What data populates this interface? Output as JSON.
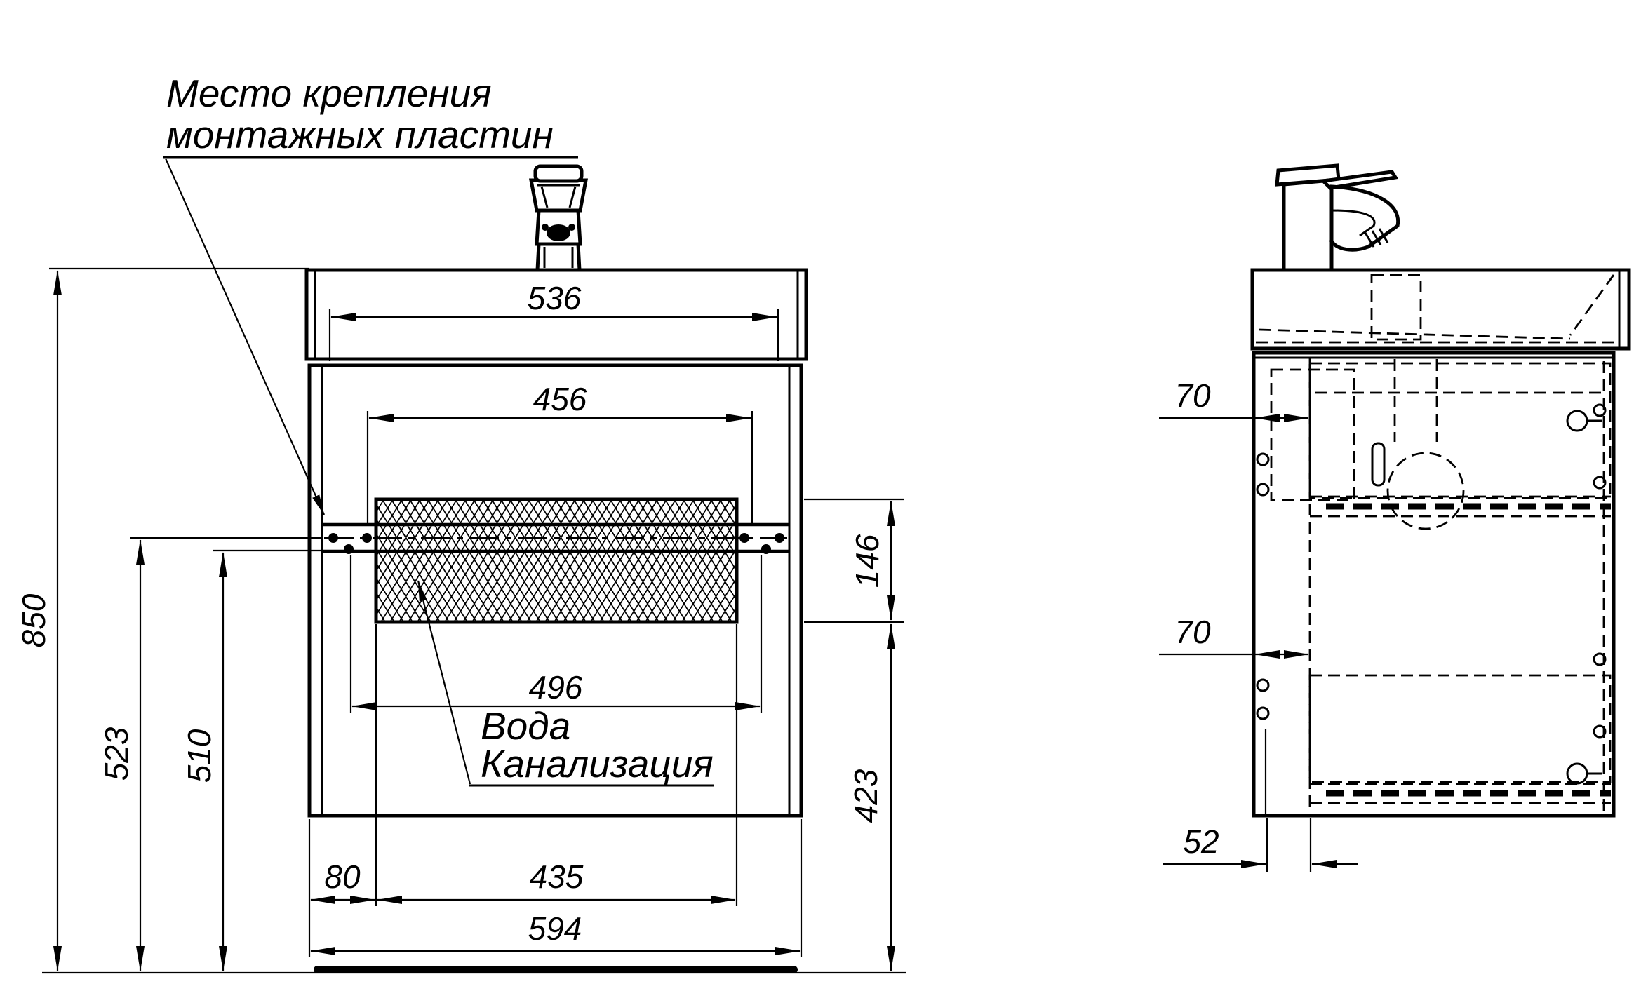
{
  "drawing": {
    "notes": {
      "mounting_plates": {
        "line1": "Место крепления",
        "line2": "монтажных пластин"
      },
      "utilities": {
        "line1": "Вода",
        "line2": "Канализация"
      }
    },
    "front_view": {
      "dims": {
        "basin_inner_width": "536",
        "drawer_inner_width": "456",
        "connections_width": "496",
        "mounting_zone_height": "146",
        "mounting_zone_to_floor": "423",
        "total_height": "850",
        "upper_plate_line_height": "523",
        "lower_plate_line_height": "510",
        "left_offset": "80",
        "plate_zone_width": "435",
        "cabinet_width": "594"
      }
    },
    "side_view": {
      "dims": {
        "upper_front_offset": "70",
        "lower_front_offset": "70",
        "bottom_front_offset": "52"
      }
    },
    "colors": {
      "line": "#000000",
      "background": "#ffffff"
    }
  }
}
